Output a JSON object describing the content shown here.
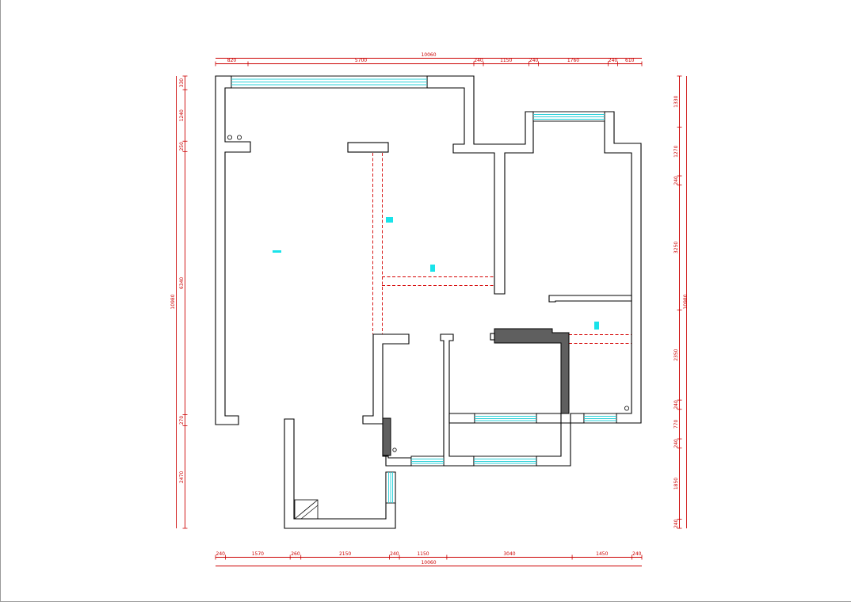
{
  "dimensions": {
    "top": {
      "overall": "10060",
      "segments": [
        "820",
        "5700",
        "240",
        "1150",
        "240",
        "1760",
        "240",
        "610"
      ]
    },
    "bottom": {
      "overall": "10060",
      "segments": [
        "240",
        "1570",
        "260",
        "2150",
        "240",
        "1150",
        "3040",
        "1450",
        "240"
      ]
    },
    "left": {
      "overall": "10980",
      "segments": [
        "330",
        "1240",
        "250",
        "6340",
        "270",
        "2470"
      ]
    },
    "right": {
      "overall": "10980",
      "segments": [
        "1330",
        "1270",
        "240",
        "3250",
        "2350",
        "240",
        "770",
        "240",
        "1850",
        "240"
      ]
    }
  },
  "colors": {
    "dimension": "#cc0000",
    "window": "#2ad0d8",
    "marker": "#19e3ea",
    "wall_fill": "#ffffff",
    "wall_dark": "#5f5f5f"
  }
}
